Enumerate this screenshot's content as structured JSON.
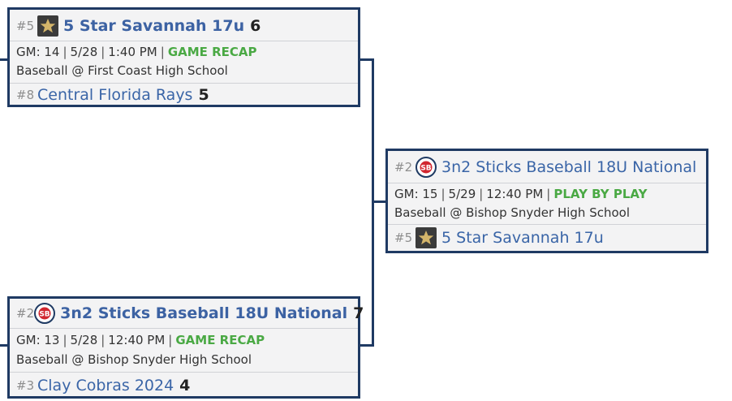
{
  "games": [
    {
      "top": {
        "seed": "#5",
        "team": "5 Star Savannah 17u",
        "score": "6",
        "logo": "star-logo-icon",
        "winner": true
      },
      "info": {
        "gm": "GM: 14",
        "date": "5/28",
        "time": "1:40 PM",
        "link": "GAME RECAP",
        "venue": "Baseball @ First Coast High School"
      },
      "bottom": {
        "seed": "#8",
        "team": "Central Florida Rays",
        "score": "5"
      }
    },
    {
      "top": {
        "seed": "#2",
        "team": "3n2 Sticks Baseball 18U National",
        "score": "7",
        "logo": "3n2-sticks-logo-icon",
        "winner": true
      },
      "info": {
        "gm": "GM: 13",
        "date": "5/28",
        "time": "12:40 PM",
        "link": "GAME RECAP",
        "venue": "Baseball @ Bishop Snyder High School"
      },
      "bottom": {
        "seed": "#3",
        "team": "Clay Cobras 2024",
        "score": "4"
      }
    },
    {
      "top": {
        "seed": "#2",
        "team": "3n2 Sticks Baseball 18U National",
        "logo": "3n2-sticks-logo-icon"
      },
      "info": {
        "gm": "GM: 15",
        "date": "5/29",
        "time": "12:40 PM",
        "link": "PLAY BY PLAY",
        "venue": "Baseball @ Bishop Snyder High School"
      },
      "bottom": {
        "seed": "#5",
        "team": "5 Star Savannah 17u",
        "logo": "star-logo-icon"
      }
    }
  ],
  "separator": "|",
  "colors": {
    "border": "#1f3a63",
    "team": "#3a65a7",
    "link": "#4aa944",
    "card_bg": "#f3f3f4"
  }
}
